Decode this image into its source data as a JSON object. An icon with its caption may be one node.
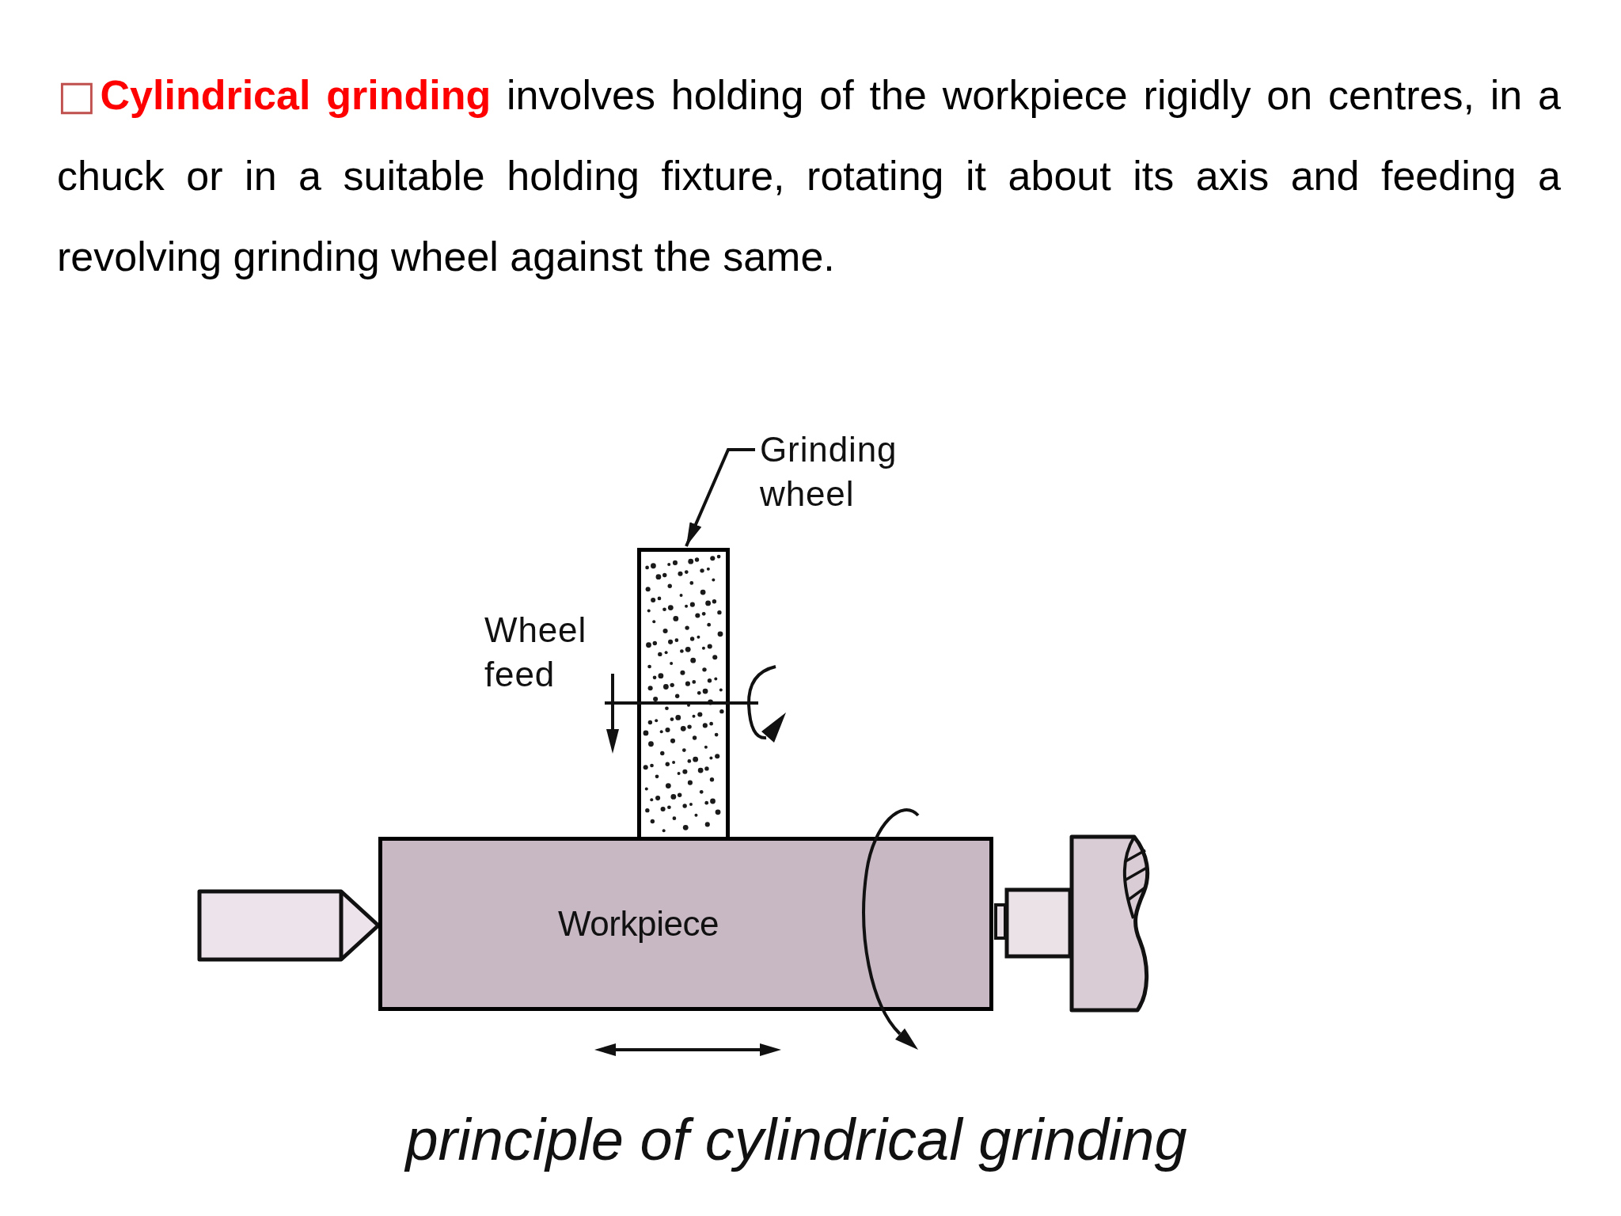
{
  "diagram": {
    "caption": "principle of cylindrical grinding",
    "nodes": [
      {
        "text": [
          "Grinding wheel"
        ]
      },
      {
        "text": [],
        "shape": "box"
      },
      {
        "text": [
          "Workpiece"
        ]
      }
    ],
    "edges": [
      {
        "from": 0,
        "to": 1,
        "arrow": "to"
      }
    ],
    "labels": [
      "□**Cylindrical grinding** involves holding of the workpiece rigidly on centres, in a chuck or in a suitable holding fixture, rotating it about its axis and feeding a revolving grinding wheel against the same.",
      "Wheel feed"
    ]
  }
}
